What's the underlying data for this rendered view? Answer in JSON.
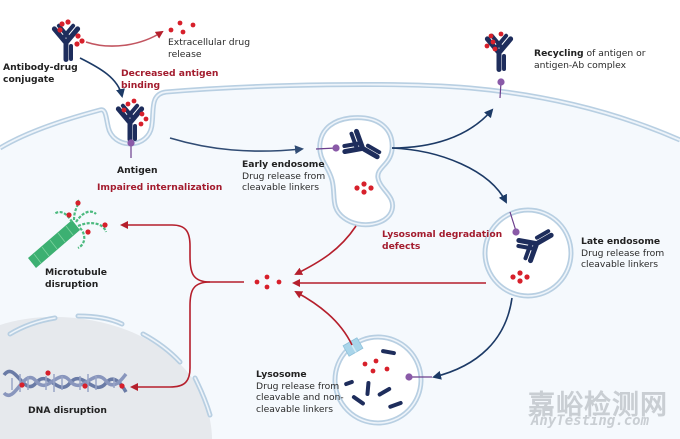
{
  "colors": {
    "cytoplasm": "#f5f9fd",
    "membrane": "#c4d8e8",
    "antibody": "#1e2d5c",
    "drug": "#d7202b",
    "pathway_red": "#b51f2c",
    "pathway_blue": "#1c3a66",
    "antigen": "#8a5aa8",
    "nucleus": "#e6e9ed",
    "microtubule": "#3cb072",
    "dna": "#6a7ba6",
    "failure_text": "#a31c2e"
  },
  "labels": {
    "adc": [
      "Antibody-drug",
      "conjugate"
    ],
    "extracellular": [
      "Extracellular drug",
      "release"
    ],
    "decreased_binding": [
      "Decreased antigen",
      "binding"
    ],
    "recycling_bold": "Recycling",
    "recycling_rest": " of antigen or",
    "recycling_line2": "antigen-Ab complex",
    "antigen": "Antigen",
    "impaired": "Impaired internalization",
    "early_title": "Early endosome",
    "early_desc": [
      "Drug release from",
      "cleavable linkers"
    ],
    "lysosomal_defects": [
      "Lysosomal degradation",
      "defects"
    ],
    "late_title": "Late endosome",
    "late_desc": [
      "Drug release from",
      "cleavable linkers"
    ],
    "microtubule": [
      "Microtubule",
      "disruption"
    ],
    "lysosome_title": "Lysosome",
    "lysosome_desc": [
      "Drug release from",
      "cleavable and non-",
      "cleavable linkers"
    ],
    "dna": "DNA disruption"
  },
  "watermark": {
    "cn": "嘉峪检测网",
    "en": "AnyTesting.com"
  }
}
